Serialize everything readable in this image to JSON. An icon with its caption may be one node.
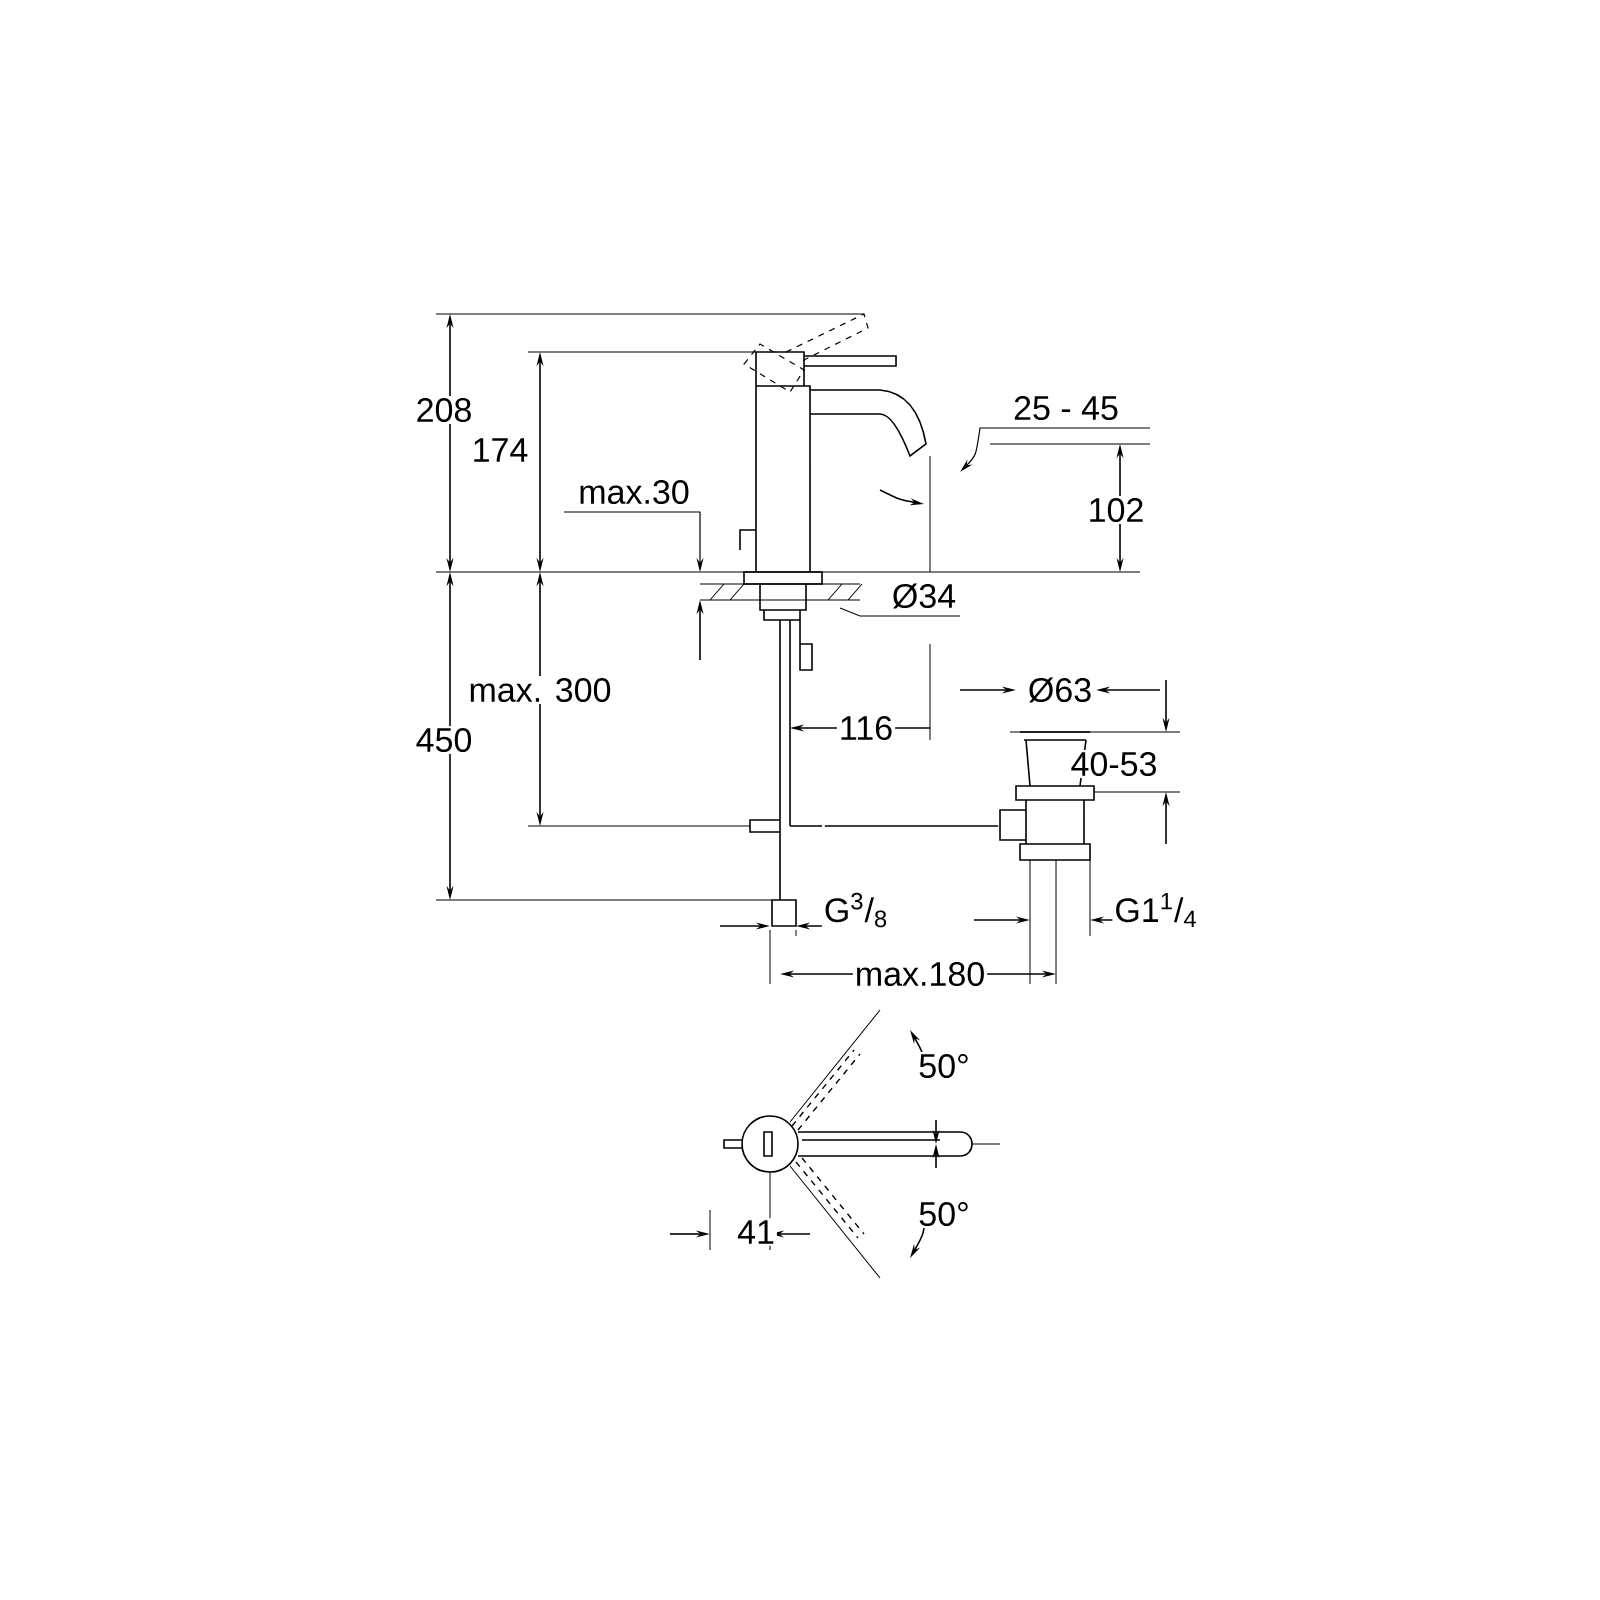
{
  "diagram": {
    "nodes": [
      {
        "text": [],
        "shape": "picture"
      },
      {
        "text": [],
        "shape": "picture"
      }
    ],
    "edges": [
      {
        "from": 0,
        "to": 1,
        "arrow": "none"
      }
    ],
    "labels": [
      "208",
      "174",
      "max.30",
      "25 - 45",
      "102",
      "Ø34",
      "max. 300",
      "450",
      "116",
      "Ø63",
      "40-53",
      "G$^{3}$/$_{8}$",
      "G1$^{1}$/$_{4}$",
      "max.180",
      "50°",
      "50°",
      "41"
    ]
  }
}
